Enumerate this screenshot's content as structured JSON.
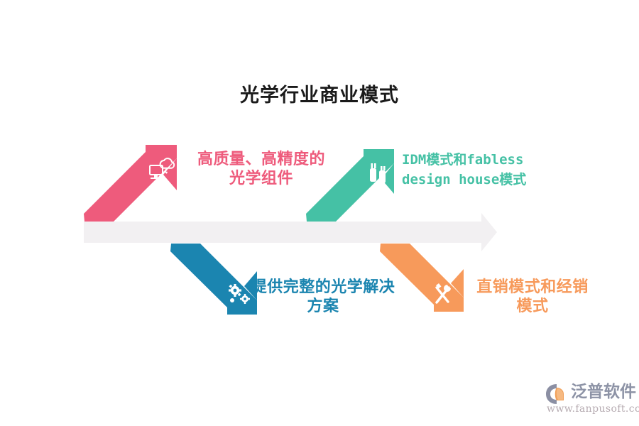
{
  "title": "光学行业商业模式",
  "colors": {
    "background": "#ffffff",
    "title": "#1a1a1a",
    "spine": "#f2f0f2",
    "pink": "#ee5b7c",
    "teal": "#45c1a5",
    "blue": "#1b85b0",
    "orange": "#f79a5b",
    "logo_mark_gray": "#8b8fa3",
    "logo_mark_orange": "#f0a05a",
    "logo_word": "#8d93a6",
    "logo_url": "#b7acb2"
  },
  "branches": [
    {
      "id": "branch-1",
      "position": "top-left",
      "color": "#ee5b7c",
      "icon": "monitor-cloud-icon",
      "text": "高质量、高精度的\n光学组件",
      "font": "cjk"
    },
    {
      "id": "branch-2",
      "position": "top-right",
      "color": "#45c1a5",
      "icon": "usb-devices-icon",
      "text": "IDM模式和fabless\ndesign house模式",
      "font": "mono"
    },
    {
      "id": "branch-3",
      "position": "bottom-left",
      "color": "#1b85b0",
      "icon": "gears-icon",
      "text": "提供完整的光学解决\n方案",
      "font": "cjk"
    },
    {
      "id": "branch-4",
      "position": "bottom-right",
      "color": "#f79a5b",
      "icon": "wrench-screwdriver-icon",
      "text": "直销模式和经销\n模式",
      "font": "cjk"
    }
  ],
  "spine": {
    "name": "main-arrow",
    "direction": "right"
  },
  "logo": {
    "name": "泛普软件",
    "url": "www.fanpusoft.com"
  }
}
